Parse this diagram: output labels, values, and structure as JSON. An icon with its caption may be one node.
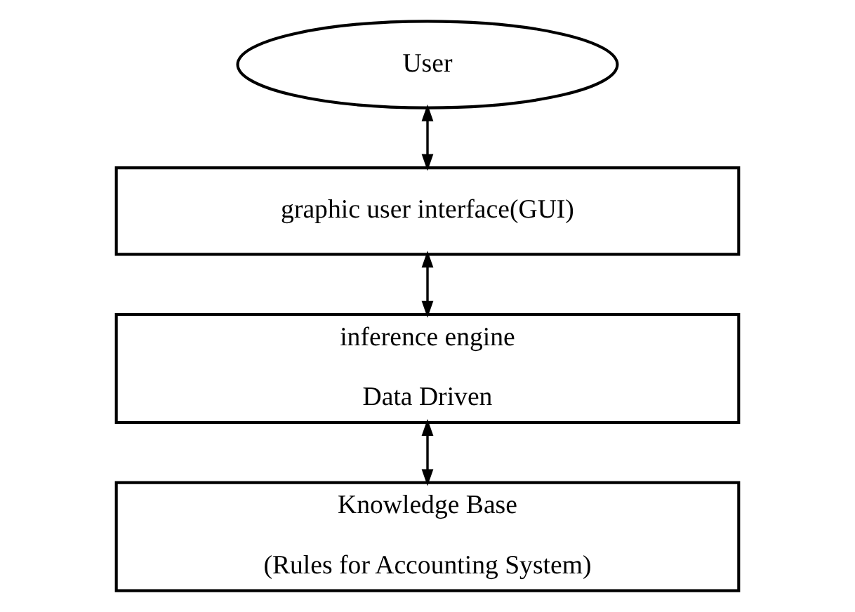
{
  "diagram": {
    "nodes": [
      {
        "text": [
          "User"
        ]
      },
      {
        "text": [
          "graphic user interface(GUI)"
        ]
      },
      {
        "text": [
          "inference engine",
          "Data Driven"
        ]
      },
      {
        "text": [
          "Knowledge Base",
          "(Rules for Accounting System)"
        ]
      }
    ],
    "edges": [
      {
        "from": 0,
        "to": 1,
        "arrow": "both"
      },
      {
        "from": 1,
        "to": 2,
        "arrow": "both"
      },
      {
        "from": 2,
        "to": 3,
        "arrow": "both"
      }
    ]
  }
}
